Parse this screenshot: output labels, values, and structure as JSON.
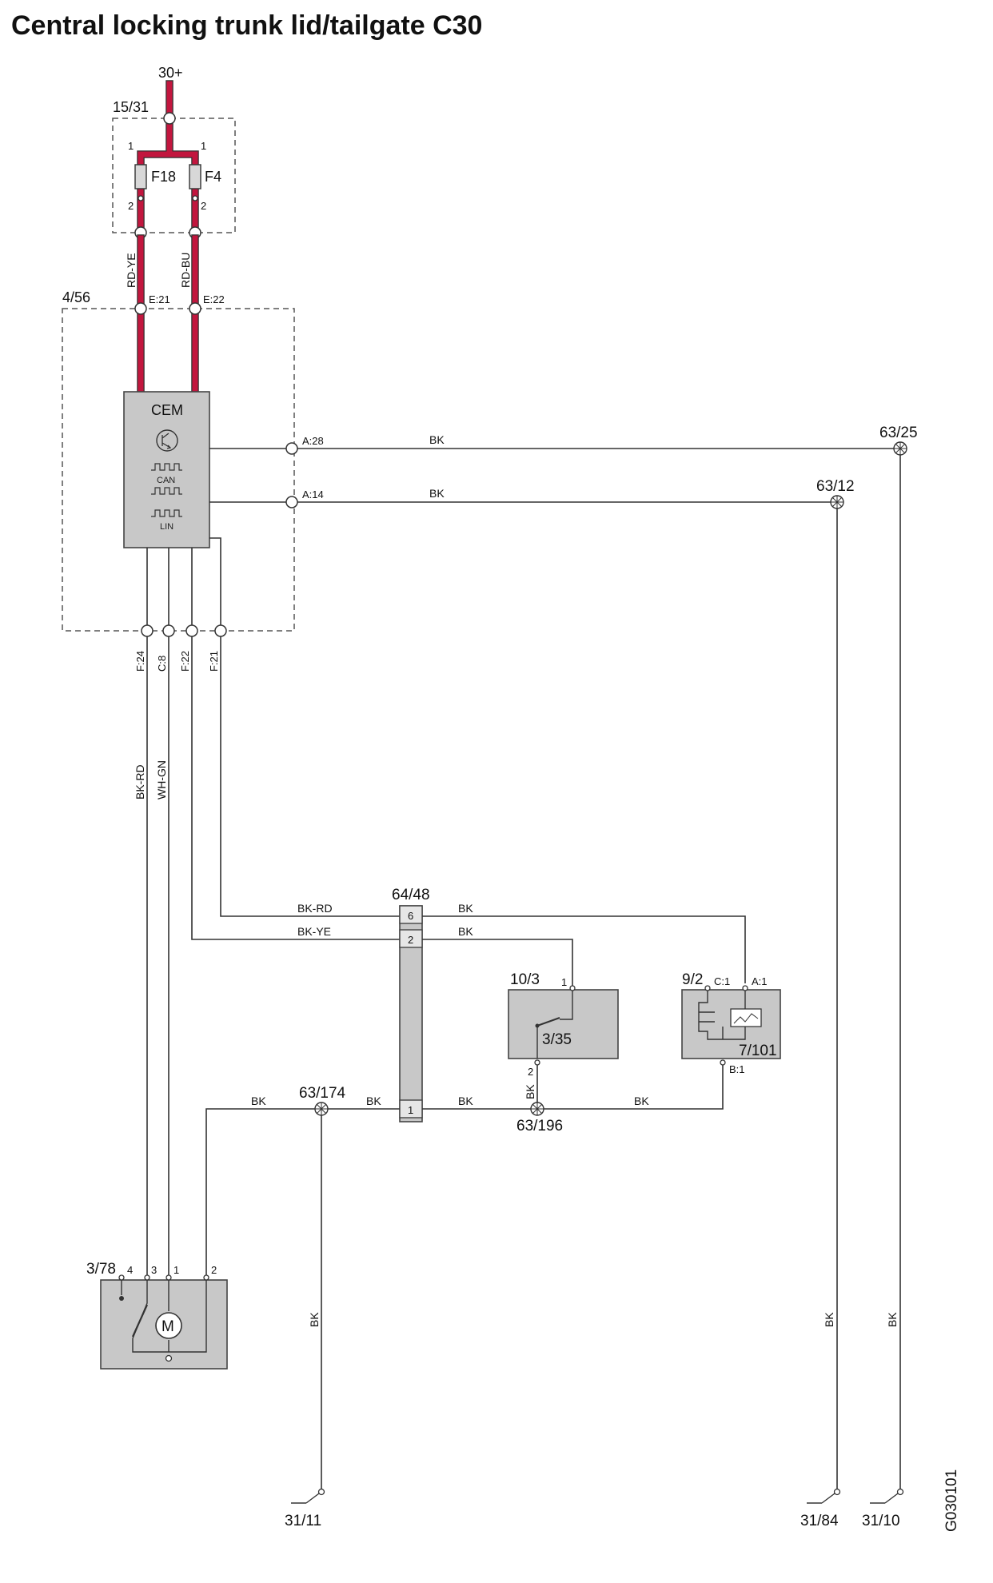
{
  "title": "Central locking trunk lid/tailgate C30",
  "drawing_id": "G030101",
  "power": {
    "supply": "30+",
    "fuse_box": "15/31",
    "fuse_a": "F18",
    "fuse_b": "F4",
    "pin_1": "1",
    "pin_2": "2"
  },
  "cem": {
    "module_id": "4/56",
    "name": "CEM",
    "can": "CAN",
    "lin": "LIN"
  },
  "connectors": {
    "e21": "E:21",
    "e22": "E:22",
    "a28": "A:28",
    "a14": "A:14",
    "f24": "F:24",
    "c8": "C:8",
    "f22": "F:22",
    "f21": "F:21",
    "c1": "C:1",
    "a1": "A:1",
    "b1": "B:1"
  },
  "wire_colors": {
    "rd_ye": "RD-YE",
    "rd_bu": "RD-BU",
    "bk": "BK",
    "bk_rd": "BK-RD",
    "wh_gn": "WH-GN",
    "bk_ye": "BK-YE"
  },
  "splices": {
    "s63_25": "63/25",
    "s63_12": "63/12",
    "s63_174": "63/174",
    "s63_196": "63/196"
  },
  "connector_block": {
    "id": "64/48",
    "pin_6": "6",
    "pin_2": "2",
    "pin_1": "1"
  },
  "components": {
    "switch_box": "10/3",
    "switch": "3/35",
    "switch_pin_1": "1",
    "switch_pin_2": "2",
    "unit_box": "9/2",
    "unit": "7/101",
    "motor_box": "3/78",
    "motor": "M",
    "motor_pin_4": "4",
    "motor_pin_3": "3",
    "motor_pin_1": "1",
    "motor_pin_2": "2"
  },
  "grounds": {
    "g31_11": "31/11",
    "g31_84": "31/84",
    "g31_10": "31/10"
  }
}
